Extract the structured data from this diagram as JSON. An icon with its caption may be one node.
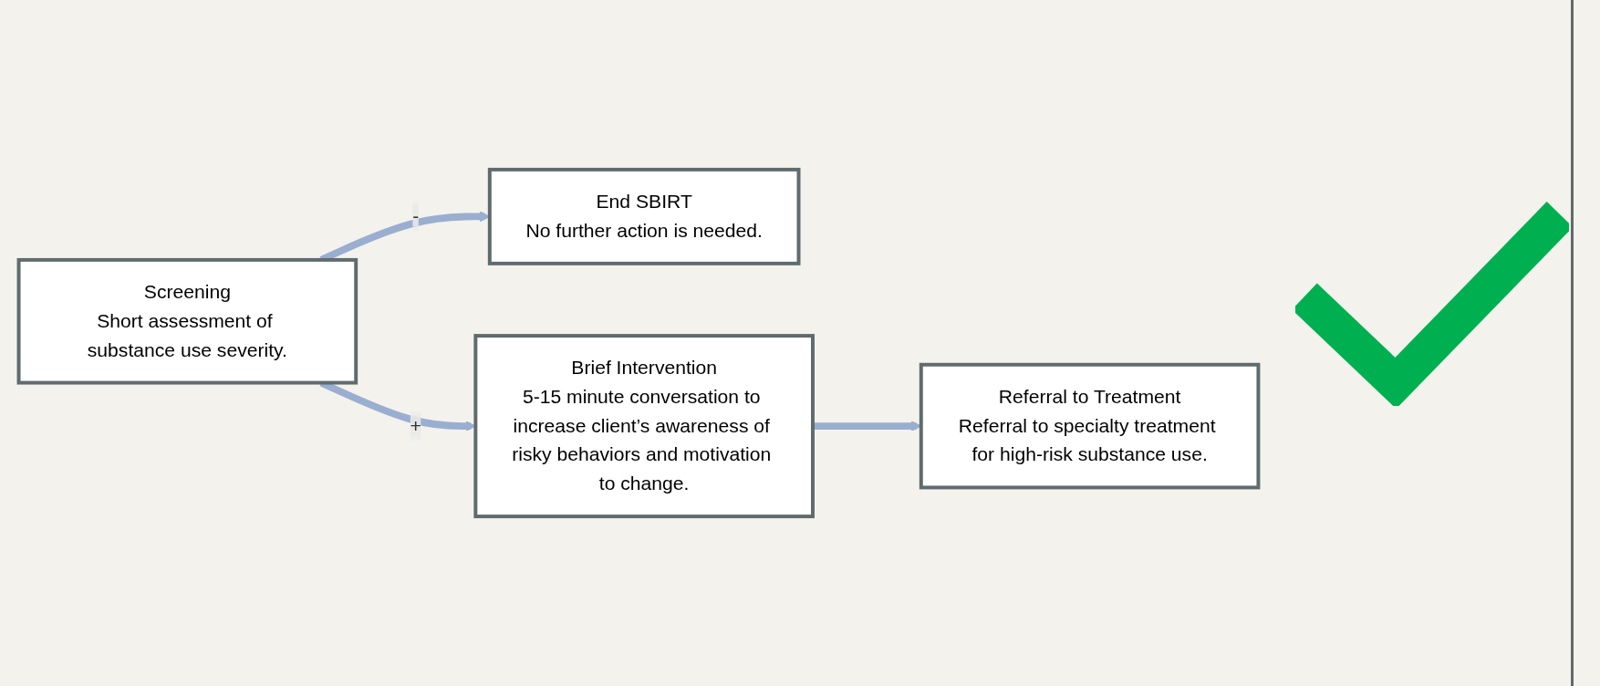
{
  "diagram": {
    "nodes": [
      {
        "text": [
          "Screening",
          "Short assessment of substance use severity."
        ]
      },
      {
        "text": [
          "End SBIRT",
          "No further action is needed."
        ]
      },
      {
        "text": [
          "Brief Intervention",
          "5-15 minute conversation to increase client’s awareness of risky behaviors and motivation to change."
        ]
      },
      {
        "text": [
          "Referral to Treatment",
          "Referral to specialty treatment for high-risk substance use."
        ]
      }
    ],
    "edges": [
      {
        "from": 0,
        "to": 1,
        "arrow": "to",
        "label": "-"
      },
      {
        "from": 0,
        "to": 2,
        "arrow": "to",
        "label": "+"
      },
      {
        "from": 2,
        "to": 3,
        "arrow": "to"
      }
    ]
  }
}
